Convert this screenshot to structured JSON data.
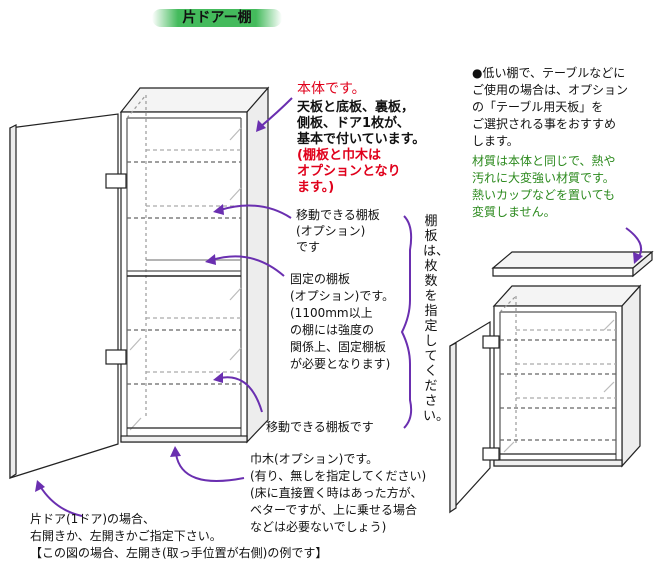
{
  "title": "片ドアー棚",
  "main_cabinet": {
    "body_heading": "本体です。",
    "body_desc": [
      "天板と底板、裏板，",
      "側板、ドア1枚が、",
      "基本で付いています。"
    ],
    "body_note": [
      "(棚板と巾木は",
      "オプションとなり",
      "ます。)"
    ],
    "movable_shelf_1": [
      "移動できる棚板",
      "(オプション)",
      "です"
    ],
    "fixed_shelf": [
      "固定の棚板",
      "(オプション)です。",
      "(1100mm以上",
      "の棚には強度の",
      "関係上、固定棚板",
      "が必要となります)"
    ],
    "movable_shelf_2": "移動できる棚板です",
    "shelf_count_vertical": "棚板は、枚数を指定してください。",
    "baseboard": [
      "巾木(オプション)です。",
      "(有り、無しを指定してください)",
      "(床に直接置く時はあった方が、",
      "ベターですが、上に乗せる場合",
      "などは必要ないでしょう)"
    ],
    "door_note": [
      "片ドア(1ドア)の場合、",
      "右開きか、左開きかご指定下さい。",
      "【この図の場合、左開き(取っ手位置が右側)の例です】"
    ]
  },
  "low_cabinet": {
    "intro": [
      "●低い棚で、テーブルなどに",
      "ご使用の場合は、オプション",
      "の「テーブル用天板」を",
      "ご選択される事をおすすめ",
      "します。"
    ],
    "material_note": [
      "材質は本体と同じで、熱や",
      "汚れに大変強い材質です。",
      "熱いカップなどを置いても",
      "変質しません。"
    ]
  },
  "colors": {
    "title_bar": "#2fb34a",
    "arrow": "#6a2fb0",
    "red_text": "#e0001b",
    "green_text": "#2c8a1e"
  }
}
